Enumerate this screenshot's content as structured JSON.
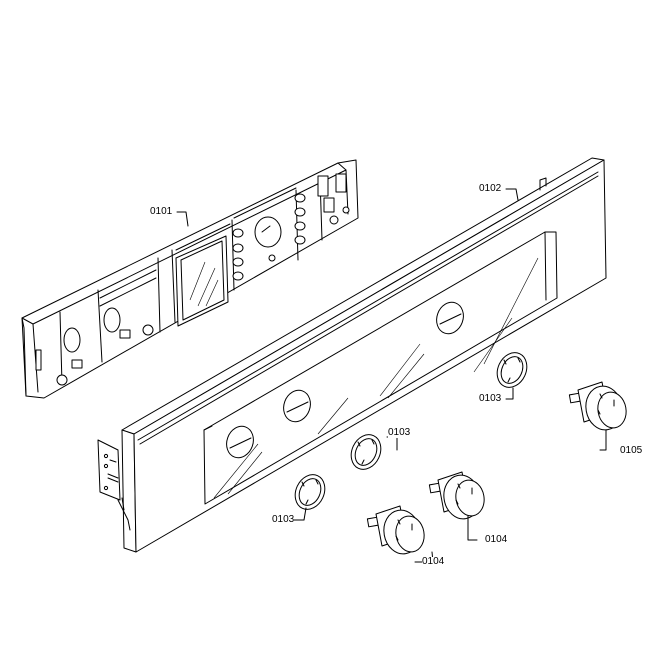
{
  "diagram": {
    "type": "exploded-parts-diagram",
    "subject": "control panel assembly",
    "colors": {
      "line": "#000000",
      "background": "#ffffff"
    }
  },
  "parts": [
    {
      "id": "p0101",
      "label": "0101",
      "description": "rear control panel frame with electronics"
    },
    {
      "id": "p0102",
      "label": "0102",
      "description": "front fascia panel with three knob openings"
    },
    {
      "id": "p0103a",
      "label": "0103",
      "description": "knob bezel ring (upper right)"
    },
    {
      "id": "p0103b",
      "label": "0103",
      "description": "knob bezel ring (middle)"
    },
    {
      "id": "p0103c",
      "label": "0103",
      "description": "knob bezel ring (lower left)"
    },
    {
      "id": "p0104a",
      "label": "0104",
      "description": "control knob (right)"
    },
    {
      "id": "p0104b",
      "label": "0104",
      "description": "control knob (lower)"
    },
    {
      "id": "p0105",
      "label": "0105",
      "description": "control knob (far right)"
    }
  ]
}
